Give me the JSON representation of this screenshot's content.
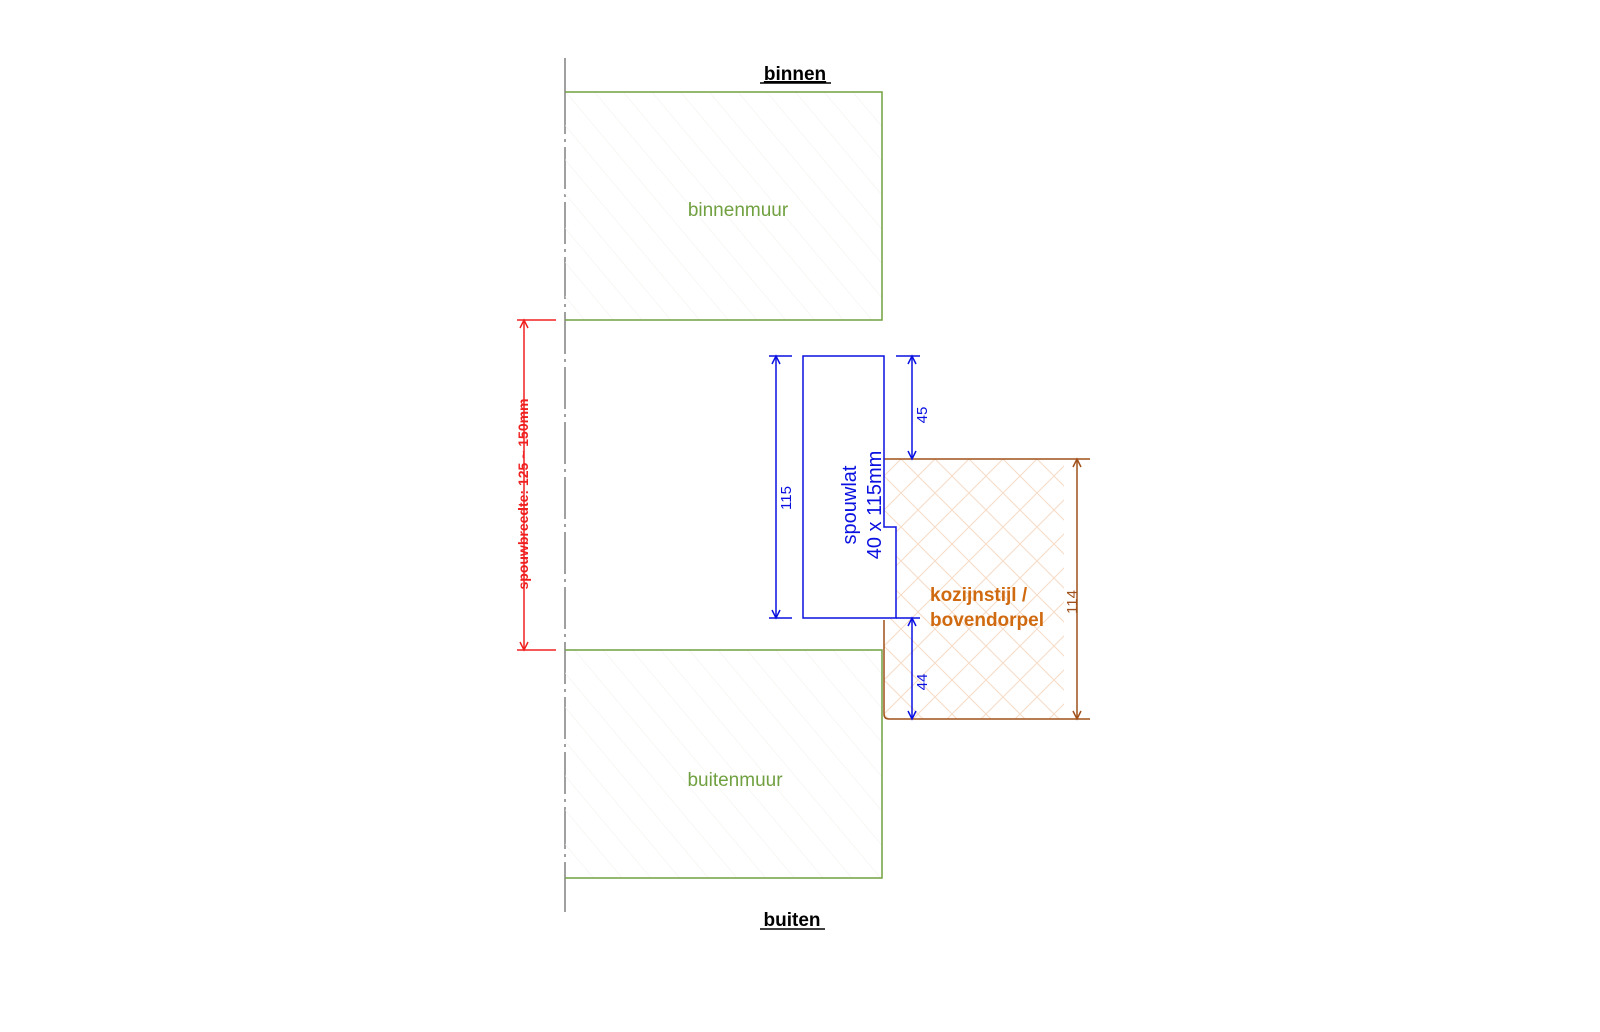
{
  "labels": {
    "binnen": "binnen",
    "buiten": "buiten",
    "binnenmuur": "binnenmuur",
    "buitenmuur": "buitenmuur",
    "spouwlat_line1": "spouwlat",
    "spouwlat_line2": "40 x 115mm",
    "kozijn_line1": "kozijnstijl /",
    "kozijn_line2": "bovendorpel",
    "spouwbreedte": "spouwbreedte: 125 ~ 150mm"
  },
  "dimensions": {
    "spouwlat_height": "115",
    "top_gap": "45",
    "bottom_gap": "44",
    "kozijn_height": "114"
  },
  "colors": {
    "wall": "#70a040",
    "lat": "#0a10e0",
    "frame": "#a0501a",
    "frame_text": "#d06a10",
    "spouw": "#f02020",
    "axis": "#808080",
    "heading": "#000000"
  }
}
